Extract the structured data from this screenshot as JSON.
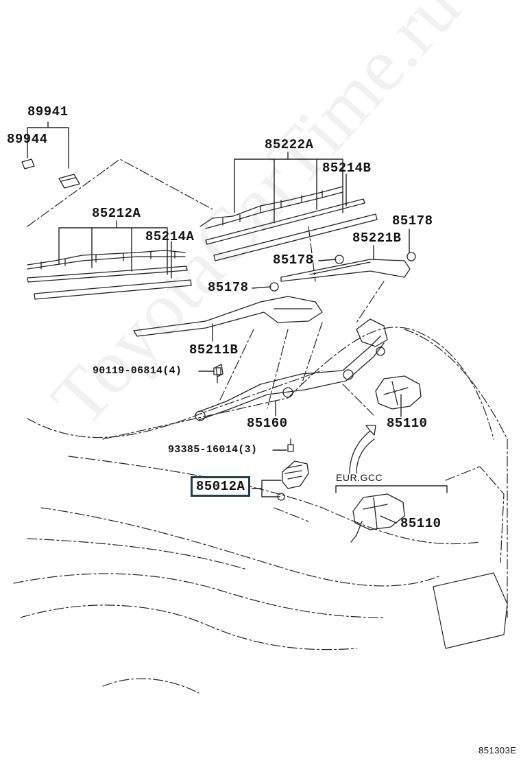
{
  "watermark": "ToyotaCarTime.ru",
  "footer_code": "851303E",
  "condition_label": "EUR.GCC",
  "labels": {
    "p89941": "89941",
    "p89944": "89944",
    "p85222A": "85222A",
    "p85214B": "85214B",
    "p85212A": "85212A",
    "p85214A": "85214A",
    "p85178_top": "85178",
    "p85221B": "85221B",
    "p85178_mid": "85178",
    "p85178_left": "85178",
    "p85211B": "85211B",
    "p90119": "90119-06814(4)",
    "p85160": "85160",
    "p85110_a": "85110",
    "p93385": "93385-16014(3)",
    "p85012A": "85012A",
    "p85110_b": "85110"
  },
  "highlighted_part": "85012A"
}
